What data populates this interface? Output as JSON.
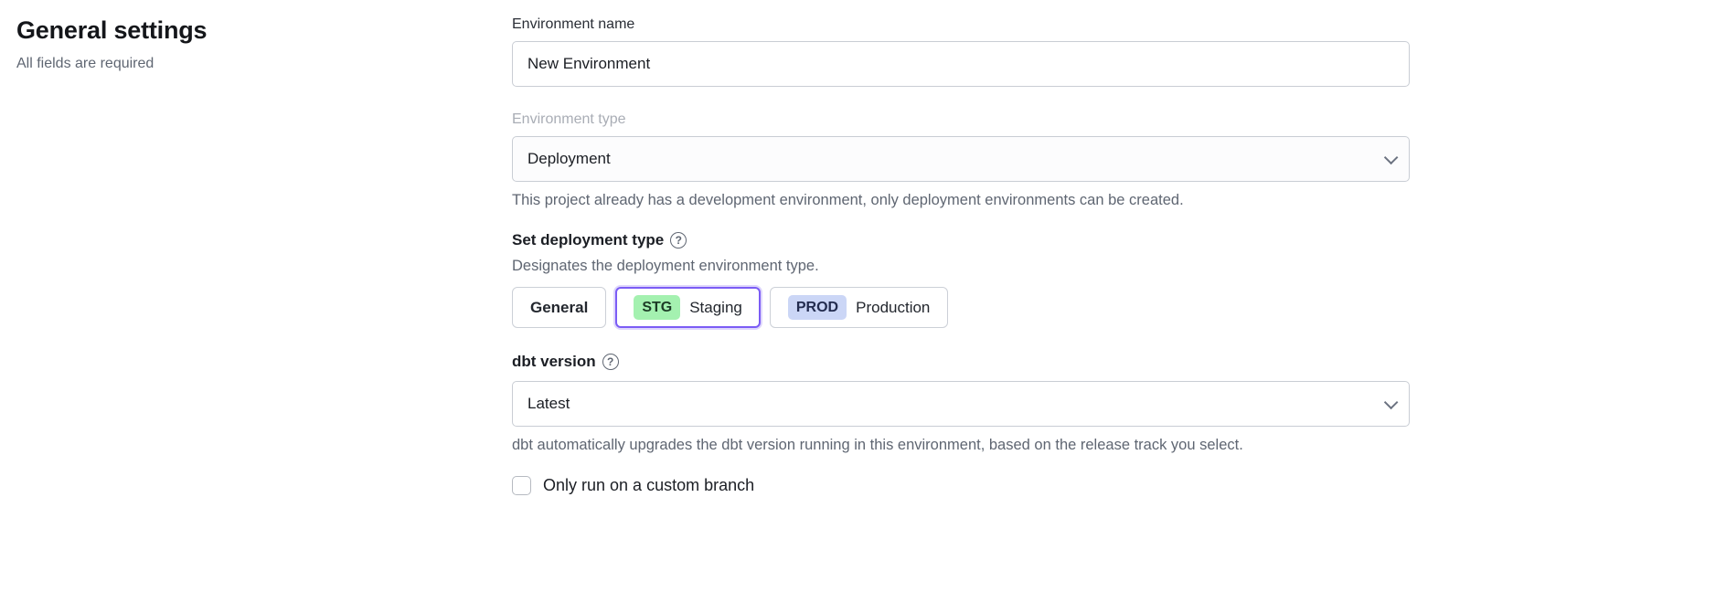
{
  "page": {
    "title": "General settings",
    "subtitle": "All fields are required"
  },
  "form": {
    "environment_name": {
      "label": "Environment name",
      "value": "New Environment"
    },
    "environment_type": {
      "label": "Environment type",
      "value": "Deployment",
      "helper": "This project already has a development environment, only deployment environments can be created."
    },
    "deployment_type": {
      "label": "Set deployment type",
      "helper": "Designates the deployment environment type.",
      "options": [
        {
          "label": "General",
          "badge": "",
          "selected": false
        },
        {
          "label": "Staging",
          "badge": "STG",
          "selected": true
        },
        {
          "label": "Production",
          "badge": "PROD",
          "selected": false
        }
      ]
    },
    "dbt_version": {
      "label": "dbt version",
      "value": "Latest",
      "helper": "dbt automatically upgrades the dbt version running in this environment, based on the release track you select."
    },
    "custom_branch": {
      "label": "Only run on a custom branch",
      "checked": false
    }
  },
  "icons": {
    "help": "question-circle-icon",
    "chevron": "chevron-down-icon"
  },
  "colors": {
    "accent_selected_border": "#7b5cf5",
    "stg_badge_bg": "#a4f1b0",
    "prod_badge_bg": "#cbd6f6",
    "helper_text": "#5f6672",
    "input_border": "#c9cdd4"
  }
}
